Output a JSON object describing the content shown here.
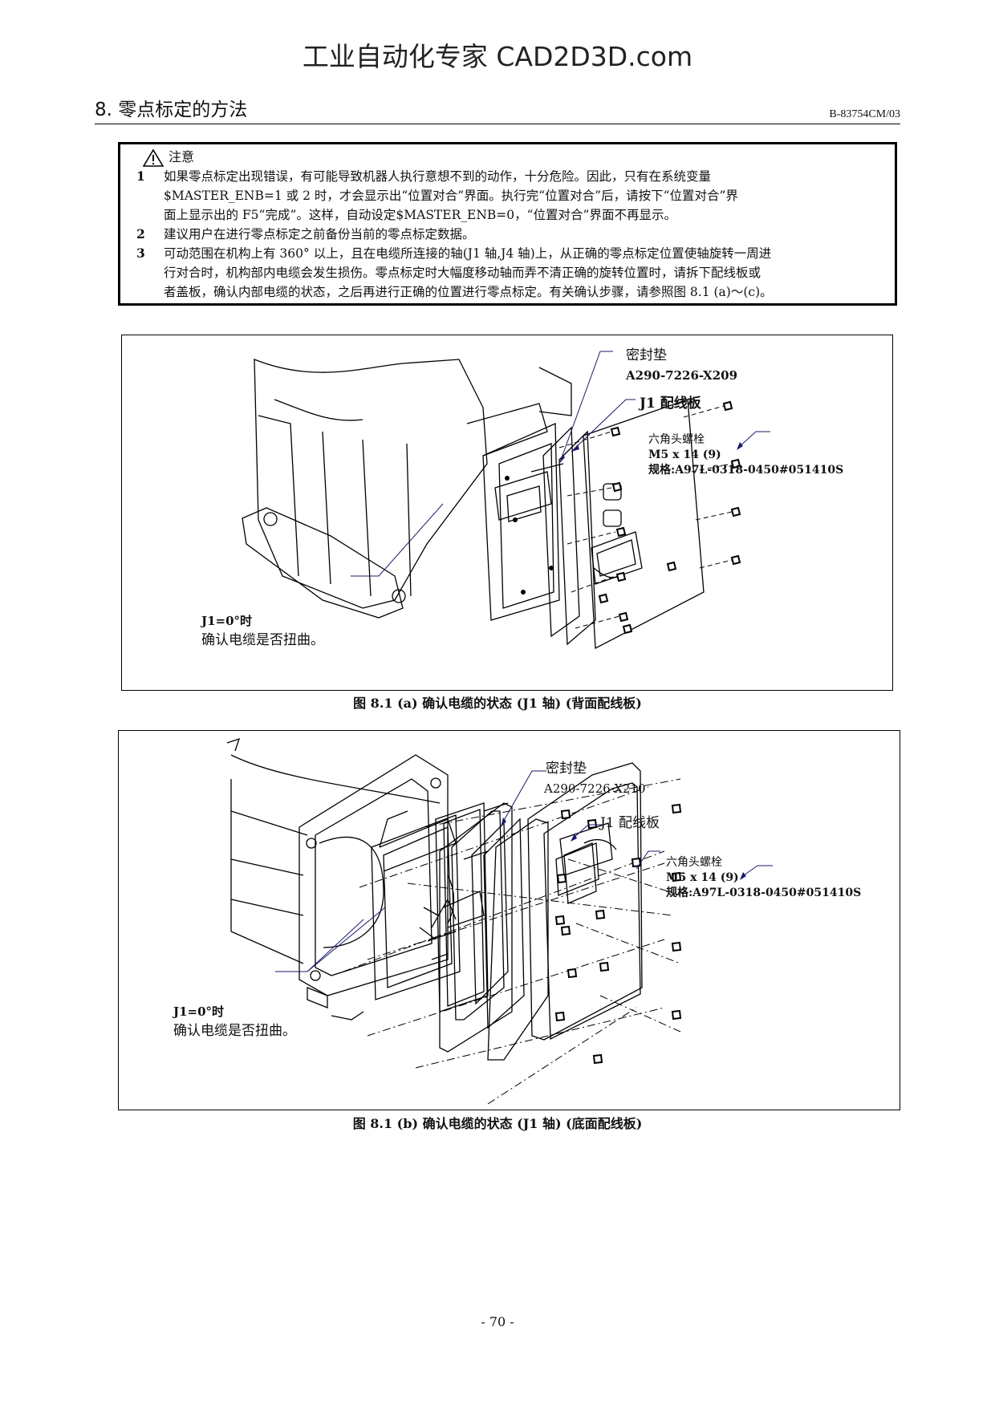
{
  "watermark": "工业自动化专家 CAD2D3D.com",
  "header": {
    "chapter_title": "8. 零点标定的方法",
    "doc_id": "B-83754CM/03"
  },
  "caution": {
    "title": "注意",
    "items": [
      {
        "num": "1",
        "lines": [
          "如果零点标定出现错误，有可能导致机器人执行意想不到的动作，十分危险。因此，只有在系统变量",
          "$MASTER_ENB=1 或 2 时，才会显示出“位置对合”界面。执行完“位置对合”后，请按下“位置对合”界",
          "面上显示出的 F5“完成”。这样，自动设定$MASTER_ENB=0，“位置对合”界面不再显示。"
        ]
      },
      {
        "num": "2",
        "lines": [
          "建议用户在进行零点标定之前备份当前的零点标定数据。"
        ]
      },
      {
        "num": "3",
        "lines": [
          "可动范围在机构上有 360° 以上，且在电缆所连接的轴(J1 轴,J4 轴)上，从正确的零点标定位置使轴旋转一周进",
          "行对合时，机构部内电缆会发生损伤。零点标定时大幅度移动轴而弄不清正确的旋转位置时，请拆下配线板或",
          "者盖板，确认内部电缆的状态，之后再进行正确的位置进行零点标定。有关确认步骤，请参照图 8.1 (a)～(c)。"
        ]
      }
    ]
  },
  "figure_a": {
    "seal_label": "密封垫",
    "seal_part": "A290-7226-X209",
    "board_label": "J1 配线板",
    "bolt_label": "六角头螺栓",
    "bolt_size": "M5 x 14 (9)",
    "bolt_spec": "规格:A97L-0318-0450#051410S",
    "check_title": "J1=0°时",
    "check_text": "确认电缆是否扭曲。",
    "caption": "图 8.1 (a)  确认电缆的状态  (J1 轴)  (背面配线板)"
  },
  "figure_b": {
    "seal_label": "密封垫",
    "seal_part": "A290-7226-X210",
    "board_label": "J1 配线板",
    "bolt_label": "六角头螺栓",
    "bolt_size": "M5 x 14 (9)",
    "bolt_spec": "规格:A97L-0318-0450#051410S",
    "check_title": "J1=0°时",
    "check_text": "确认电缆是否扭曲。",
    "caption": "图 8.1 (b)  确认电缆的状态  (J1 轴)  (底面配线板)"
  },
  "page_number": "- 70 -"
}
